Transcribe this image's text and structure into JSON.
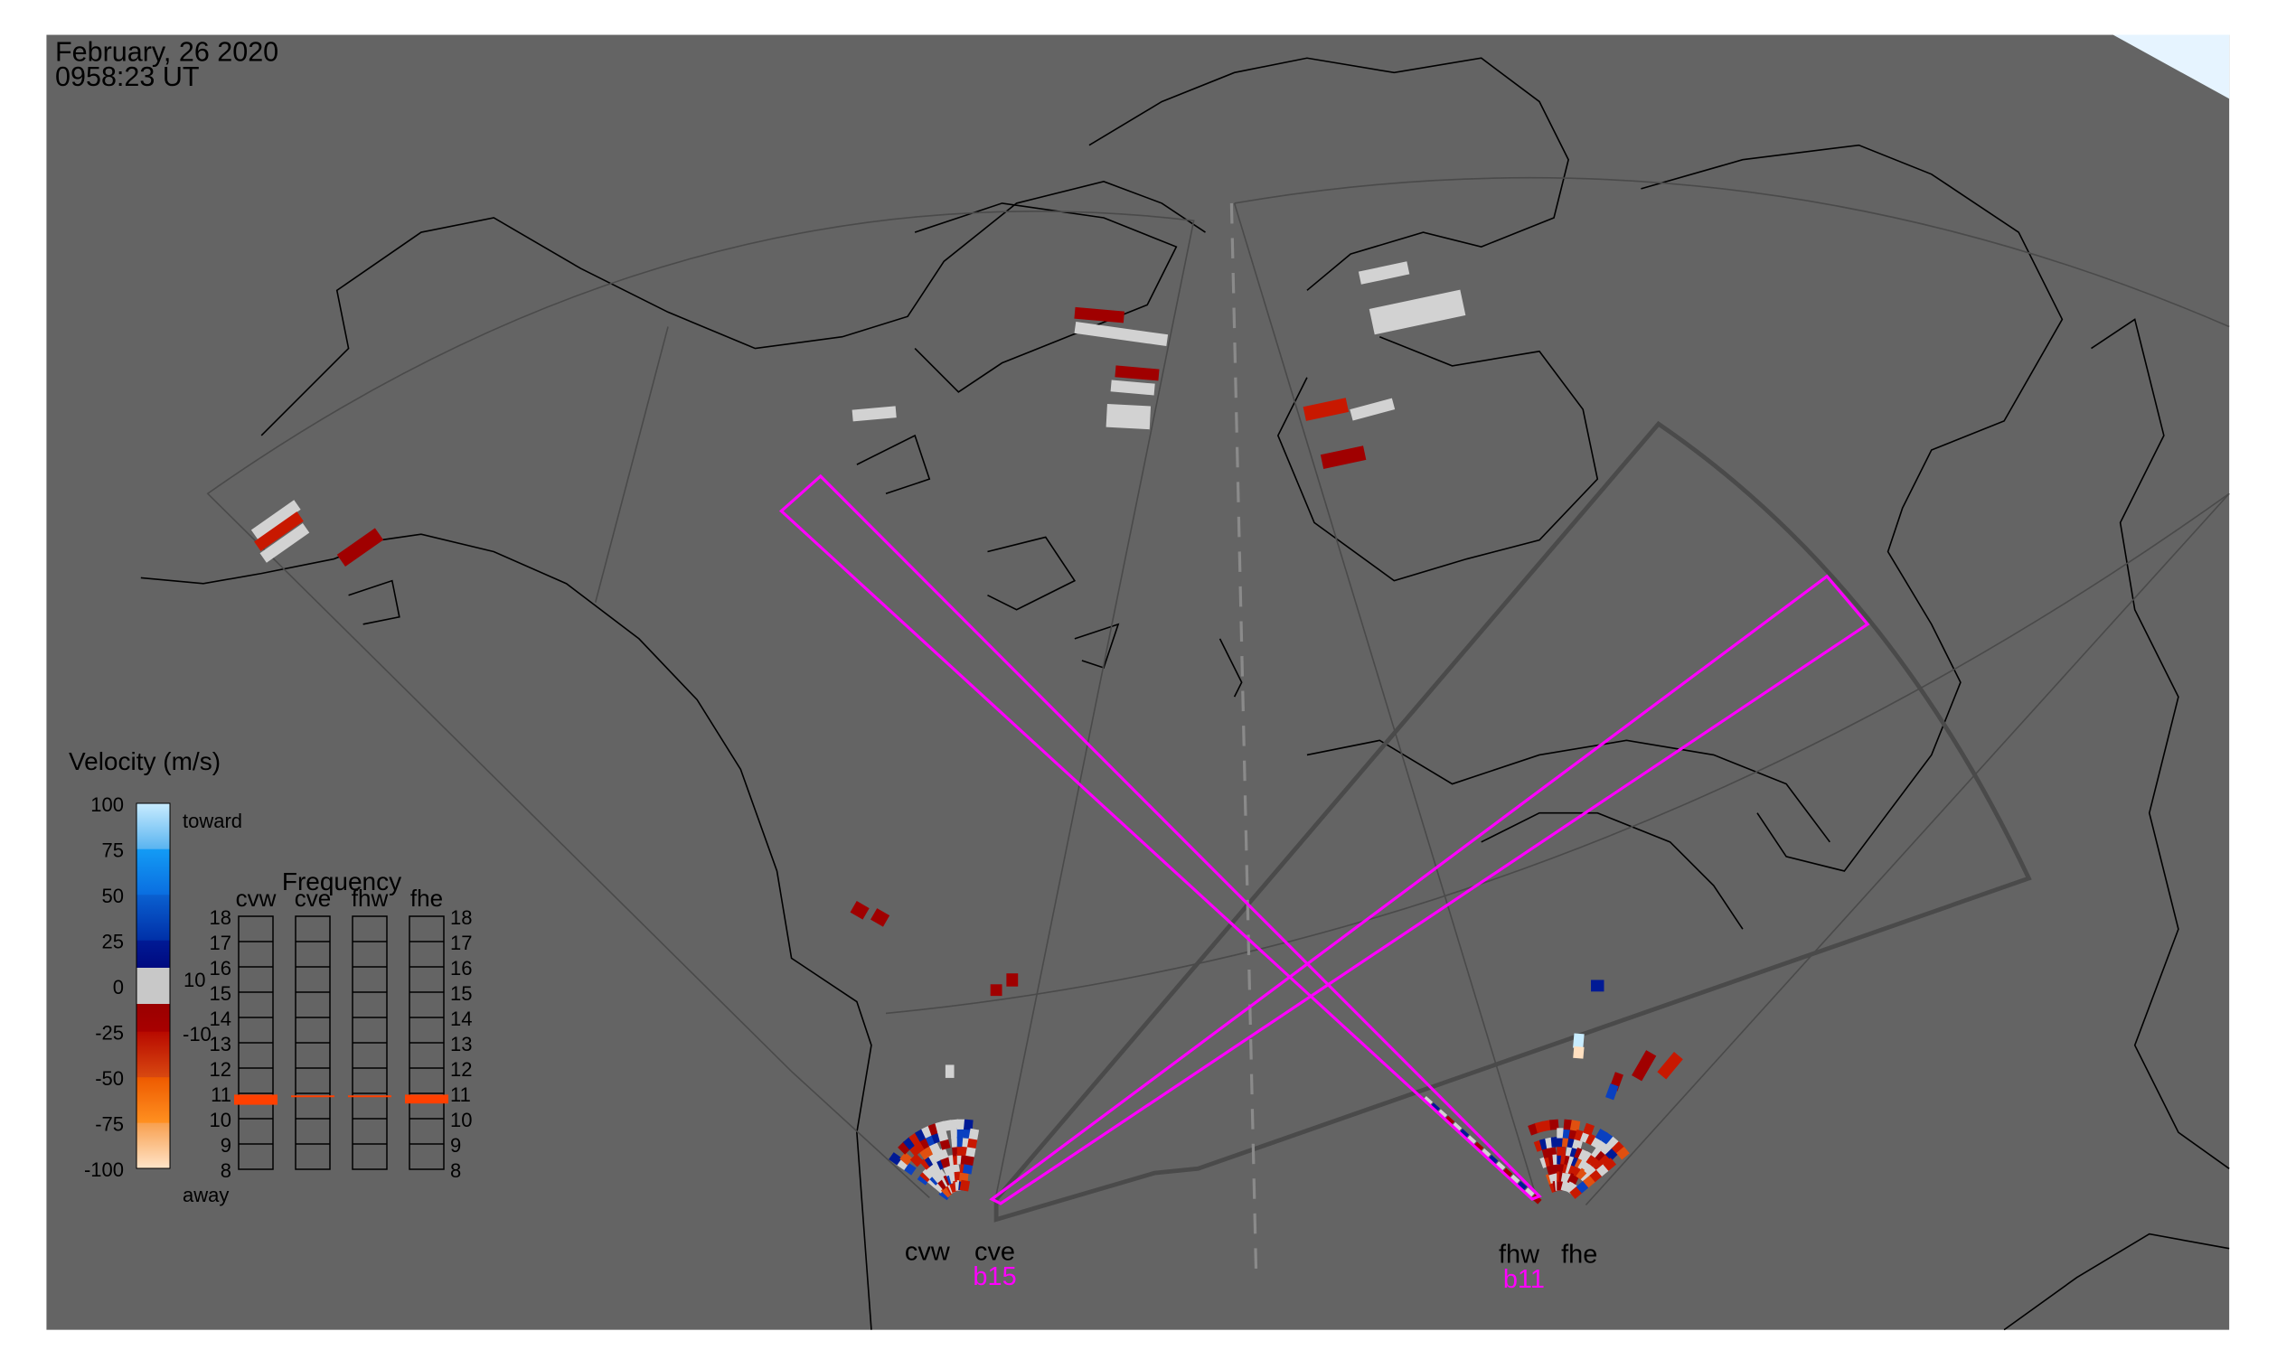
{
  "header": {
    "date": "February, 26 2020",
    "time": "0958:23 UT"
  },
  "radars": {
    "west_pair": {
      "site_a": "cvw",
      "site_b": "cve",
      "beam": "b15"
    },
    "east_pair": {
      "site_a": "fhw",
      "site_b": "fhe",
      "beam": "b11"
    }
  },
  "legend": {
    "velocity_title": "Velocity (m/s)",
    "ticks": [
      "100",
      "75",
      "50",
      "25",
      "0",
      "-25",
      "-50",
      "-75",
      "-100"
    ],
    "toward_label": "toward",
    "away_label": "away",
    "gs_upper": "10",
    "gs_lower": "-10"
  },
  "frequency": {
    "title": "Frequency",
    "columns": [
      "cvw",
      "cve",
      "fhw",
      "fhe"
    ],
    "ticks": [
      "18",
      "17",
      "16",
      "15",
      "14",
      "13",
      "12",
      "11",
      "10",
      "9",
      "8"
    ],
    "range_mhz": [
      8,
      18
    ],
    "bands": [
      {
        "radar": "cvw",
        "low": 10.55,
        "high": 10.95
      },
      {
        "radar": "cve",
        "low": 10.88,
        "high": 10.92
      },
      {
        "radar": "fhw",
        "low": 10.88,
        "high": 10.92
      },
      {
        "radar": "fhe",
        "low": 10.6,
        "high": 10.95
      }
    ]
  },
  "colors": {
    "background": "#646464",
    "beam": "#ff00ff",
    "fov": "#4a4a4a",
    "band": "#ff4000"
  }
}
